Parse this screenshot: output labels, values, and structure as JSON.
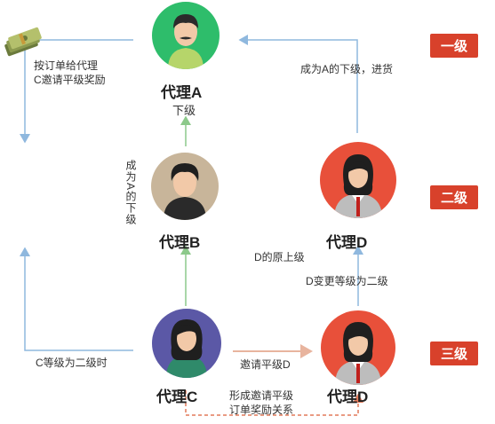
{
  "levels": {
    "one": "一级",
    "two": "二级",
    "three": "三级"
  },
  "agents": {
    "a": {
      "name": "代理A",
      "sub": "下级"
    },
    "b": {
      "name": "代理B"
    },
    "c": {
      "name": "代理C"
    },
    "d_top": {
      "name": "代理D"
    },
    "d_bottom": {
      "name": "代理D"
    }
  },
  "notes": {
    "order_reward_line1": "按订单给代理",
    "order_reward_line2": "C邀请平级奖励",
    "become_a_sub_purchase": "成为A的下级，进货",
    "become_a_sub_vertical": "成为A的下级",
    "d_original_superior": "D的原上级",
    "d_promoted": "D变更等级为二级",
    "c_promoted": "C等级为二级时",
    "invite_peer_d": "邀请平级D",
    "form_relation_line1": "形成邀请平级",
    "form_relation_line2": "订单奖励关系"
  },
  "colors": {
    "badge": "#d8412b",
    "agent_a": "#2ebd6b",
    "agent_b": "#c8b59a",
    "agent_c": "#5b58a6",
    "agent_d": "#e8503a",
    "arrow_blue": "#8fb8de",
    "arrow_green": "#8cc98a",
    "arrow_peach": "#e8b49e",
    "arrow_dashed": "#e27a5a"
  },
  "icons": {
    "money": "money-stack-icon"
  }
}
